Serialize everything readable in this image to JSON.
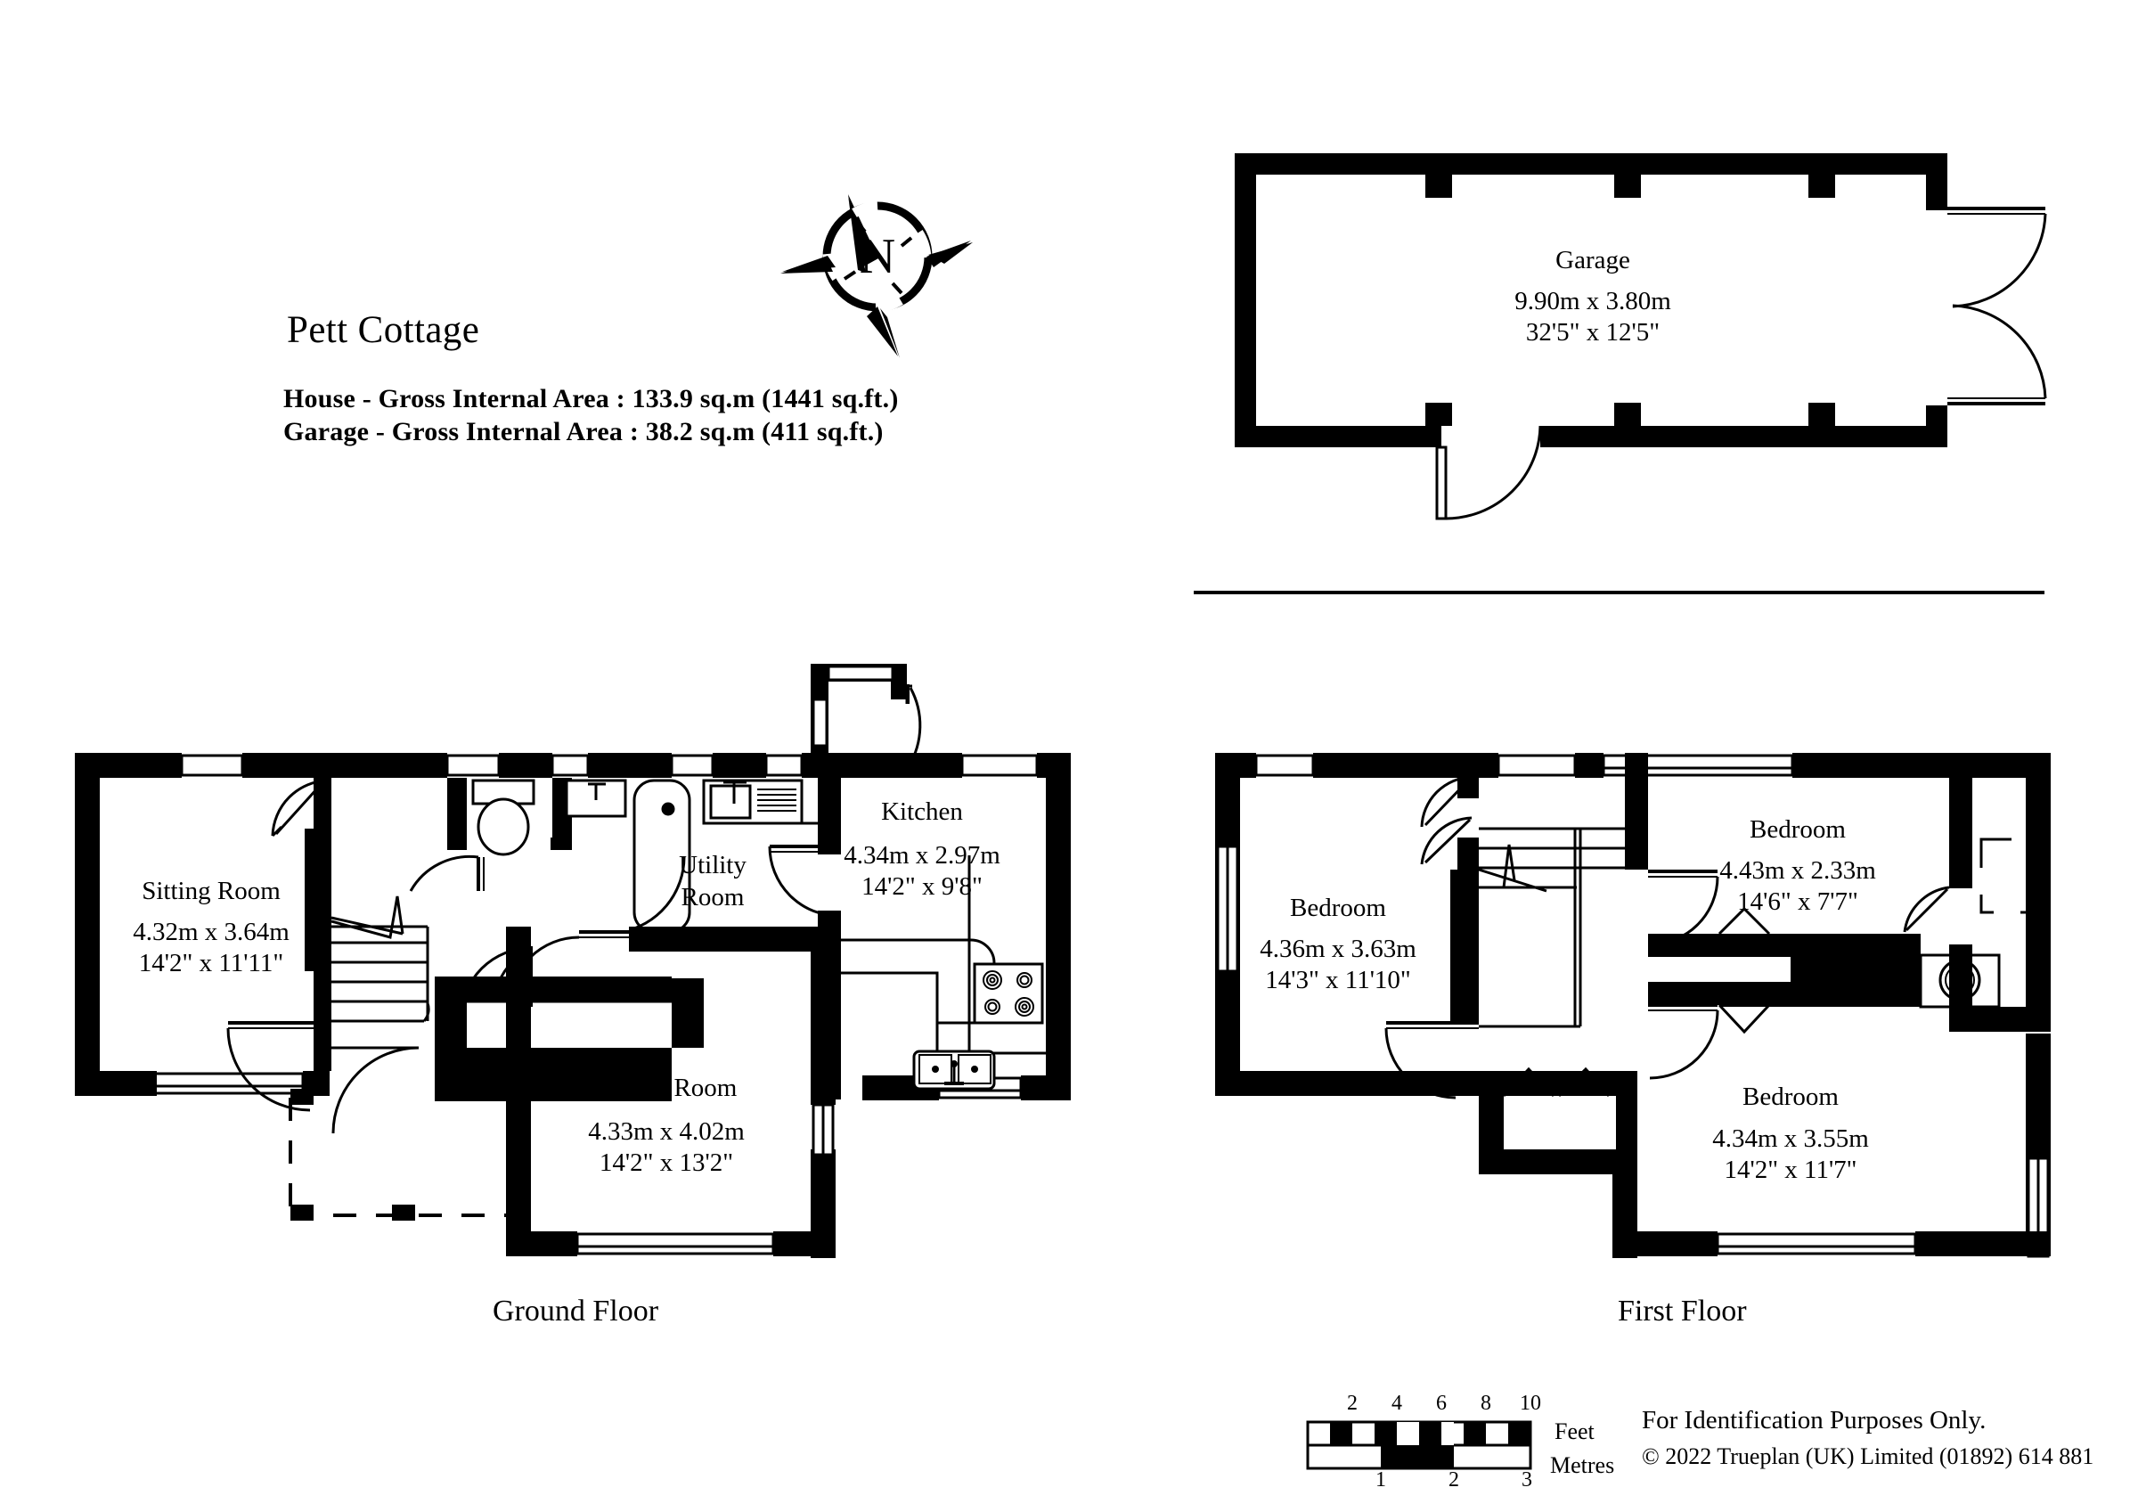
{
  "document": {
    "title": "Pett Cottage",
    "area_house": "House - Gross Internal Area  :  133.9 sq.m   (1441 sq.ft.)",
    "area_garage": "Garage - Gross Internal Area  :  38.2 sq.m   (411 sq.ft.)",
    "compass_label": "N"
  },
  "garage": {
    "name": "Garage",
    "dim_metric": "9.90m  x  3.80m",
    "dim_imperial": "32'5\"  x  12'5\""
  },
  "ground_floor": {
    "label": "Ground Floor",
    "rooms": [
      {
        "name": "Sitting Room",
        "dim_metric": "4.32m  x  3.64m",
        "dim_imperial": "14'2\"  x  11'11\""
      },
      {
        "name": "Utility",
        "name2": "Room",
        "dim_metric": "",
        "dim_imperial": ""
      },
      {
        "name": "Kitchen",
        "dim_metric": "4.34m  x  2.97m",
        "dim_imperial": "14'2\"  x  9'8\""
      },
      {
        "name": "Dining Room",
        "dim_metric": "4.33m  x  4.02m",
        "dim_imperial": "14'2\"  x  13'2\""
      }
    ]
  },
  "first_floor": {
    "label": "First Floor",
    "rooms": [
      {
        "name": "Bedroom",
        "dim_metric": "4.36m  x  3.63m",
        "dim_imperial": "14'3\"  x  11'10\""
      },
      {
        "name": "Bedroom",
        "dim_metric": "4.43m  x  2.33m",
        "dim_imperial": "14'6\"  x  7'7\""
      },
      {
        "name": "Bedroom",
        "dim_metric": "4.34m  x  3.55m",
        "dim_imperial": "14'2\"  x  11'7\""
      }
    ]
  },
  "scale": {
    "feet_label": "Feet",
    "metres_label": "Metres",
    "feet_ticks": [
      "2",
      "4",
      "6",
      "8",
      "10"
    ],
    "metre_ticks": [
      "1",
      "2",
      "3"
    ]
  },
  "footer": {
    "disclaimer": "For  Identification  Purposes  Only.",
    "copyright": "© 2022 Trueplan (UK) Limited  (01892) 614 881"
  },
  "colors": {
    "wall": "#000000",
    "paper": "#ffffff",
    "line": "#000000"
  }
}
